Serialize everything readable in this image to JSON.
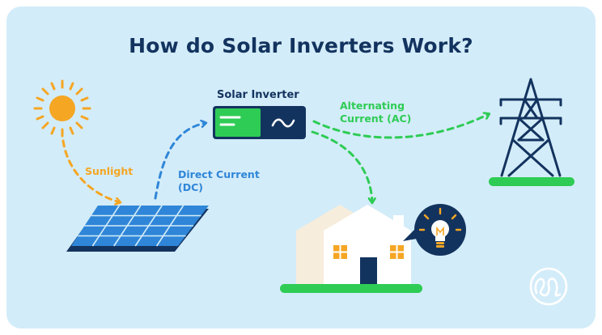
{
  "title": "How do Solar Inverters Work?",
  "labels": {
    "sunlight": "Sunlight",
    "direct_current_line1": "Direct Current",
    "direct_current_line2": "(DC)",
    "solar_inverter": "Solar Inverter",
    "alternating_current_line1": "Alternating",
    "alternating_current_line2": "Current (AC)"
  },
  "colors": {
    "background": "#d3ecf9",
    "title": "#13335f",
    "sun": "#f5a623",
    "panel": "#2f86d8",
    "dc_arrow": "#2f86d8",
    "ac_arrow": "#2ecc55",
    "inverter_green": "#2ecc55",
    "navy": "#13335f"
  },
  "icons": [
    "sun-icon",
    "solar-panel-icon",
    "inverter-icon",
    "transmission-tower-icon",
    "house-icon",
    "light-bulb-icon",
    "brand-logo-icon"
  ]
}
